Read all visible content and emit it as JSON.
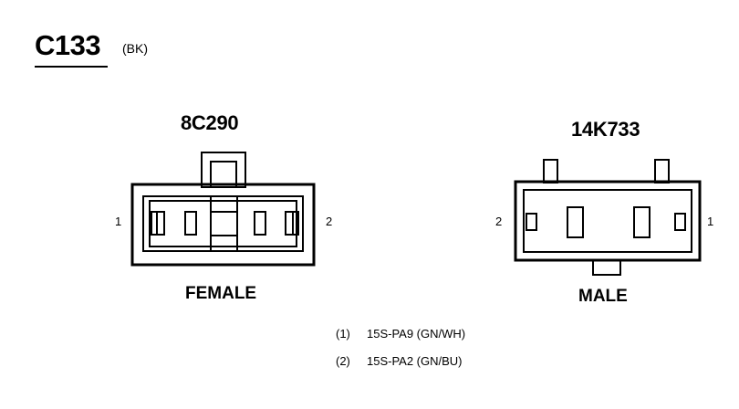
{
  "header": {
    "connector_id": "C133",
    "color_code": "(BK)"
  },
  "connectors": [
    {
      "part_number": "8C290",
      "gender": "FEMALE",
      "pin_left": "1",
      "pin_right": "2"
    },
    {
      "part_number": "14K733",
      "gender": "MALE",
      "pin_left": "2",
      "pin_right": "1"
    }
  ],
  "pin_legend": [
    {
      "number": "(1)",
      "circuit": "15S-PA9 (GN/WH)"
    },
    {
      "number": "(2)",
      "circuit": "15S-PA2 (GN/BU)"
    }
  ],
  "colors": {
    "line": "#000000",
    "background": "#ffffff"
  }
}
